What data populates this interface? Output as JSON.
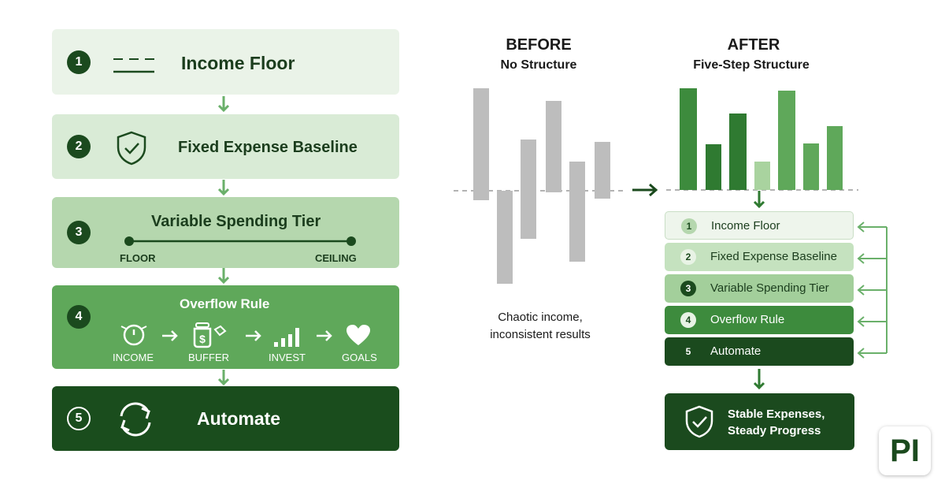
{
  "steps": [
    {
      "num": "1",
      "title": "Income Floor"
    },
    {
      "num": "2",
      "title": "Fixed Expense Baseline"
    },
    {
      "num": "3",
      "title": "Variable Spending Tier",
      "range_left": "FLOOR",
      "range_right": "CEILING"
    },
    {
      "num": "4",
      "title": "Overflow Rule",
      "flow": [
        "INCOME",
        "BUFFER",
        "INVEST",
        "GOALS"
      ]
    },
    {
      "num": "5",
      "title": "Automate"
    }
  ],
  "before": {
    "title": "BEFORE",
    "subtitle": "No Structure",
    "caption_line1": "Chaotic income,",
    "caption_line2": "inconsistent results"
  },
  "after": {
    "title": "AFTER",
    "subtitle": "Five-Step Structure"
  },
  "summary": [
    {
      "num": "1",
      "label": "Income Floor"
    },
    {
      "num": "2",
      "label": "Fixed Expense Baseline"
    },
    {
      "num": "3",
      "label": "Variable Spending Tier"
    },
    {
      "num": "4",
      "label": "Overflow Rule"
    },
    {
      "num": "5",
      "label": "Automate"
    }
  ],
  "result": {
    "line1": "Stable Expenses,",
    "line2": "Steady Progress"
  },
  "logo": "PI",
  "colors": {
    "darkest": "#1b4a1e",
    "dark": "#2f7a31",
    "medium": "#5fa85a",
    "light": "#b5d7ae",
    "lighter": "#d9ebd6",
    "lightest": "#eaf3e8",
    "arrow": "#6ab06a",
    "before_bar": "#bdbdbd"
  }
}
